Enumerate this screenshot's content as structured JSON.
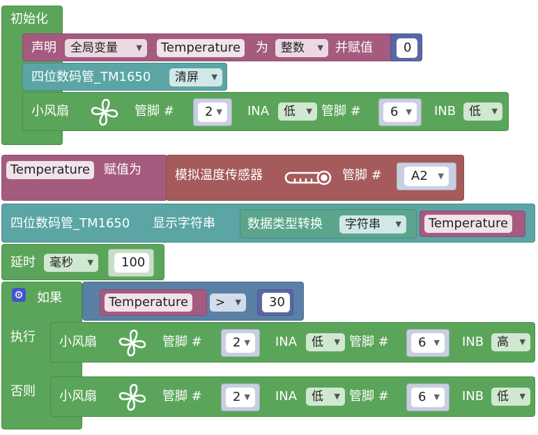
{
  "init": {
    "label": "初始化"
  },
  "declare": {
    "label": "声明",
    "scope": "全局变量",
    "var_name": "Temperature",
    "as_label": "为",
    "type": "整数",
    "assign_label": "并赋值",
    "value": "0"
  },
  "tm1650_clear": {
    "label": "四位数码管_TM1650",
    "action": "清屏"
  },
  "fan_init": {
    "label": "小风扇",
    "pin_label": "管脚 #",
    "pin": "2",
    "ina_label": "INA",
    "ina": "低",
    "pin2_label": "管脚 #",
    "pin2": "6",
    "inb_label": "INB",
    "inb": "低"
  },
  "assign": {
    "var": "Temperature",
    "label": "赋值为",
    "sensor_label": "模拟温度传感器",
    "pin_label": "管脚 #",
    "pin": "A2"
  },
  "tm1650_show": {
    "label": "四位数码管_TM1650",
    "action_label": "显示字符串",
    "convert_label": "数据类型转换",
    "convert_type": "字符串",
    "var": "Temperature"
  },
  "delay": {
    "label": "延时",
    "unit": "毫秒",
    "value": "100"
  },
  "if_block": {
    "if_label": "如果",
    "var": "Temperature",
    "op": ">",
    "value": "30",
    "then_label": "执行",
    "else_label": "否则"
  },
  "fan_then": {
    "label": "小风扇",
    "pin_label": "管脚 #",
    "pin": "2",
    "ina_label": "INA",
    "ina": "低",
    "pin2_label": "管脚 #",
    "pin2": "6",
    "inb_label": "INB",
    "inb": "高"
  },
  "fan_else": {
    "label": "小风扇",
    "pin_label": "管脚 #",
    "pin": "2",
    "ina_label": "INA",
    "ina": "低",
    "pin2_label": "管脚 #",
    "pin2": "6",
    "inb_label": "INB",
    "inb": "低"
  },
  "colors": {
    "green": "#5ba55b",
    "pink": "#a55b80",
    "teal": "#5ba5a5",
    "brown": "#a55b5b",
    "slate": "#5b80a5",
    "dark_blue": "#5b67a5"
  },
  "icons": [
    "fan-icon",
    "thermometer-icon",
    "gear-icon",
    "dropdown-arrow-icon"
  ]
}
